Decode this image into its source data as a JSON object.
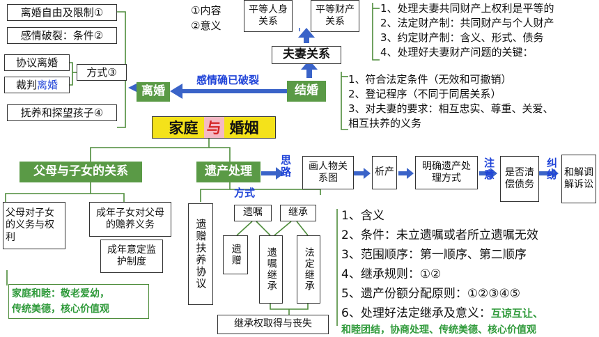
{
  "top_left": {
    "divorce_freedom": "离婚自由及限制①",
    "broken_feelings": "感情破裂：条件②",
    "agreement_divorce": "协议离婚",
    "judicial_divorce_prefix": "裁判",
    "judicial_divorce_suffix": "离婚",
    "methods": "方式③",
    "child_support": "抚养和探望孩子④",
    "divorce": "离婚",
    "broken_arrow_label": "感情确已破裂"
  },
  "marriage": {
    "content": "①内容",
    "meaning": "②意义",
    "equal_personal": "平等人身关系",
    "equal_property": "平等财产关系",
    "spouse_relation": "夫妻关系",
    "marriage": "结婚",
    "property_points": [
      "1、处理夫妻共同财产上权利是平等的",
      "2、法定财产制：共同财产与个人财产",
      "3、约定财产制：含义、形式、债务",
      "4、处理好夫妻财产问题的关键："
    ],
    "marriage_points": [
      "1、符合法定条件（无效和可撤销）",
      "2、登记程序（不同于同居关系）",
      "3、对夫妻的要求：相互忠实、尊重、关爱、",
      "相互扶养的义务"
    ]
  },
  "center": {
    "family": "家庭",
    "and": "与",
    "marriage": "婚姻"
  },
  "parents": {
    "title": "父母与子女的关系",
    "parent_duties": "父母对子女的义务与权利",
    "adult_duties": "成年子女对父母的赡养义务",
    "guardianship": "成年意定监护制度",
    "harmony_line1": "家庭和睦：敬老爱幼，",
    "harmony_line2": "传统美德，核心价值观"
  },
  "inheritance": {
    "title": "遗产处理",
    "thinking_path": "思路",
    "methods": "方式",
    "draw_diagram": "画人物关系图",
    "analyze": "析产",
    "clarify_method": "明确遗产处理方式",
    "attention": "注意",
    "debts": "是否清偿债务",
    "dispute": "纠纷",
    "settle": "和解调解诉讼",
    "support_agreement": "遗赠扶养协议",
    "will": "遗嘱",
    "succession": "继承",
    "bequest": "遗赠",
    "testamentary": "遗嘱继承",
    "statutory": "法定继承",
    "gain_loss": "继承权取得与丧失",
    "points": [
      "1、含义",
      "2、条件：未立遗嘱或者所立遗嘱无效",
      "3、范围顺序：第一顺序、第二顺序",
      "4、继承规则：①②",
      "5、遗产份额分配原则：①②③④⑤"
    ],
    "point6": "6、处理好法定继承及意义：",
    "point6_tail": "互谅互让、",
    "point6_line2": "和睦团结，协商处理、传统美德、核心价值观"
  }
}
